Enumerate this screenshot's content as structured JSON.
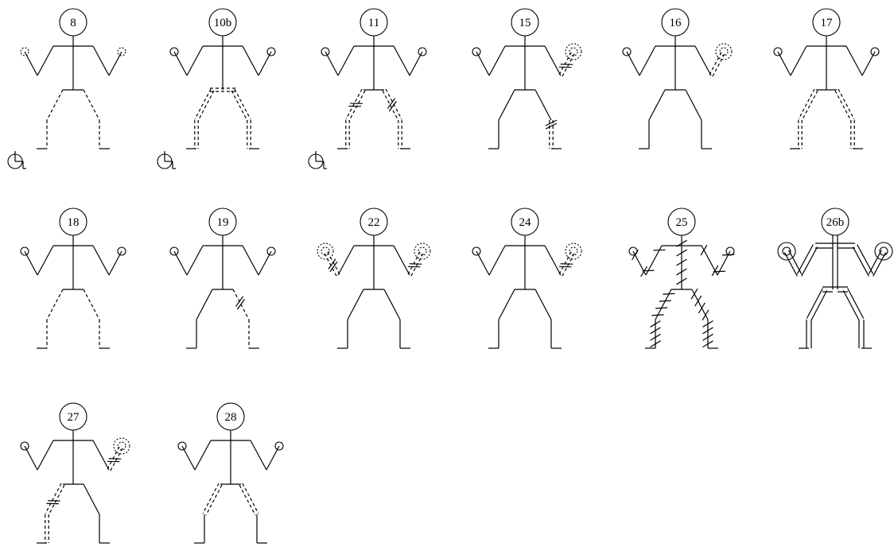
{
  "figures": [
    {
      "label": "8",
      "arms": "thin-circle-dashed",
      "legs": "dashed",
      "wheelchair": true
    },
    {
      "label": "10b",
      "arms": "normal",
      "pelvis": "double-dashed",
      "legs": "double-dashed",
      "wheelchair": true
    },
    {
      "label": "11",
      "arms": "normal",
      "legs": "double-dashed-hatched",
      "wheelchair": true
    },
    {
      "label": "15",
      "arms": "right-double-dashed-hatched",
      "legs": "right-shank-double-dashed-hatched"
    },
    {
      "label": "16",
      "arms": "right-double-dashed",
      "legs": "normal"
    },
    {
      "label": "17",
      "arms": "normal",
      "legs": "double-dashed"
    },
    {
      "label": "18",
      "arms": "normal",
      "legs": "dashed"
    },
    {
      "label": "19",
      "arms": "normal",
      "legs": "right-dashed-hatched"
    },
    {
      "label": "22",
      "arms": "both-double-dashed-hatched",
      "legs": "normal"
    },
    {
      "label": "24",
      "arms": "right-double-dashed-hatched",
      "legs": "normal"
    },
    {
      "label": "25",
      "arms": "hatched",
      "torso": "hatched",
      "legs": "hatched"
    },
    {
      "label": "26b",
      "arms": "double-line",
      "torso": "double-line",
      "legs": "double-line"
    },
    {
      "label": "27",
      "arms": "right-double-dashed-hatched",
      "legs": "left-double-dashed-hatched"
    },
    {
      "label": "28",
      "arms": "normal",
      "legs": "thighs-double-dashed"
    }
  ],
  "legend_colors": {
    "stroke": "#000000",
    "background": "#ffffff"
  }
}
